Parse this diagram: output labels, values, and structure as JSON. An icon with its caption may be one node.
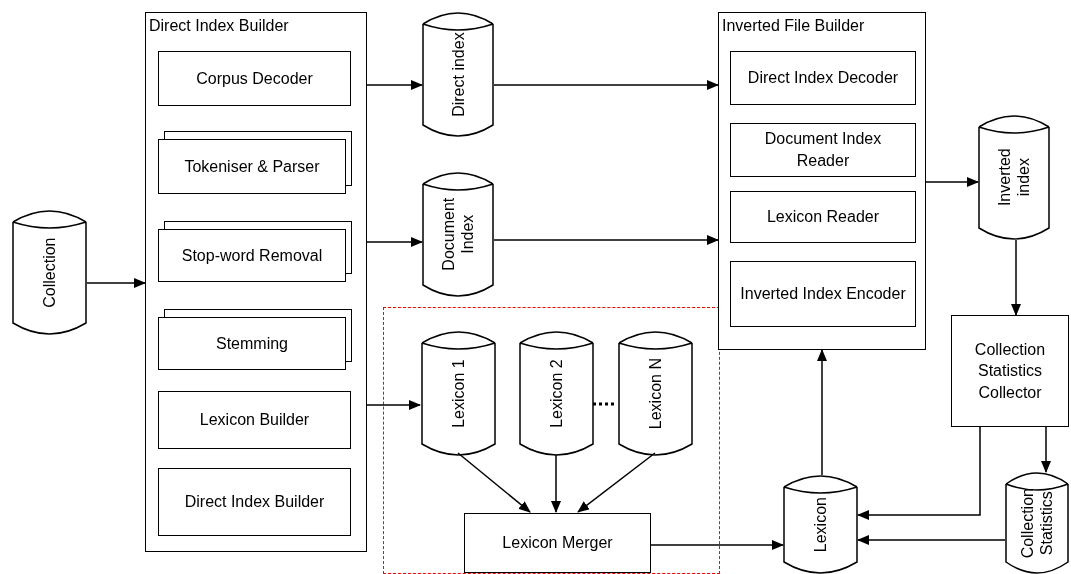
{
  "diagram": {
    "nodes": [
      {
        "text": [
          "Direct Index Builder"
        ]
      },
      {
        "text": [
          "Corpus Decoder"
        ],
        "in": 0
      },
      {
        "text": [
          "Tokeniser & Parser"
        ],
        "in": 0
      },
      {
        "text": [
          "Stop-word Removal"
        ],
        "in": 0
      },
      {
        "text": [
          "Stemming"
        ],
        "in": 0
      },
      {
        "text": [
          "Lexicon Builder"
        ],
        "in": 0
      },
      {
        "text": [
          "Direct Index Builder"
        ],
        "in": 0
      },
      {
        "text": [
          "Collection"
        ]
      },
      {
        "text": [
          "Direct index"
        ]
      },
      {
        "text": [
          "Document Index"
        ]
      },
      {
        "text": [],
        "shape": "box"
      },
      {
        "text": [
          "Lexicon 1"
        ],
        "in": 10
      },
      {
        "text": [
          "Lexicon 2"
        ],
        "in": 10
      },
      {
        "text": [
          "Lexicon N"
        ],
        "in": 10
      },
      {
        "text": [
          "Lexicon Merger"
        ],
        "in": 10
      },
      {
        "text": [
          "Inverted File Builder"
        ]
      },
      {
        "text": [
          "Direct Index Decoder"
        ],
        "in": 15
      },
      {
        "text": [
          "Document Index Reader"
        ],
        "in": 15
      },
      {
        "text": [
          "Lexicon Reader"
        ],
        "in": 15
      },
      {
        "text": [
          "Inverted Index Encoder"
        ],
        "in": 15
      },
      {
        "text": [
          "Inverted index"
        ]
      },
      {
        "text": [
          "Collection Statistics Collector"
        ]
      },
      {
        "text": [
          "Lexicon"
        ]
      },
      {
        "text": [
          "Collection Statistics"
        ]
      }
    ],
    "edges": [
      {
        "from": 7,
        "to": 0,
        "arrow": "to"
      },
      {
        "from": 0,
        "to": 8,
        "arrow": "to"
      },
      {
        "from": 0,
        "to": 9,
        "arrow": "to"
      },
      {
        "from": 0,
        "to": 11,
        "arrow": "to"
      },
      {
        "from": 8,
        "to": 15,
        "arrow": "to"
      },
      {
        "from": 9,
        "to": 15,
        "arrow": "to"
      },
      {
        "from": 12,
        "to": 13,
        "arrow": "none",
        "style": "dashed"
      },
      {
        "from": 11,
        "to": 14,
        "arrow": "to"
      },
      {
        "from": 12,
        "to": 14,
        "arrow": "to"
      },
      {
        "from": 13,
        "to": 14,
        "arrow": "to"
      },
      {
        "from": 14,
        "to": 22,
        "arrow": "to"
      },
      {
        "from": 22,
        "to": 15,
        "arrow": "to"
      },
      {
        "from": 15,
        "to": 20,
        "arrow": "to"
      },
      {
        "from": 20,
        "to": 21,
        "arrow": "to"
      },
      {
        "from": 21,
        "to": 22,
        "arrow": "to"
      },
      {
        "from": 21,
        "to": 23,
        "arrow": "to"
      },
      {
        "from": 23,
        "to": 22,
        "arrow": "to"
      }
    ]
  }
}
